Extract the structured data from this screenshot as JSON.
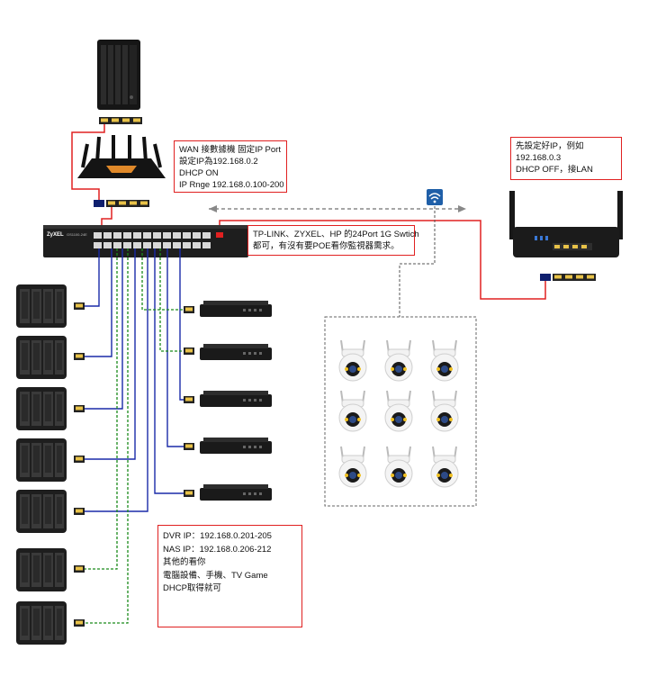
{
  "notes": {
    "router_lines": [
      "WAN 接數據機 固定IP Port",
      "設定IP為192.168.0.2",
      "DHCP ON",
      "IP Rnge 192.168.0.100-200"
    ],
    "switch_lines": [
      "TP-LINK、ZYXEL、HP 的24Port 1G Swtich",
      "都可，有沒有要POE看你監視器需求。"
    ],
    "ap_lines": [
      "先設定好IP，例如",
      "192.168.0.3",
      "DHCP OFF，接LAN"
    ],
    "ip_lines": [
      "DVR IP：192.168.0.201-205",
      "NAS IP：192.168.0.206-212",
      "其他的看你",
      "電腦設備、手機、TV Game",
      "DHCP取得就可"
    ]
  },
  "switch_brand": "ZyXEL",
  "switch_model": "GS1100-24E",
  "colors": {
    "red_line": "#e02020",
    "blue_line": "#1a2aa8",
    "green_line": "#1a8a1a",
    "dash_line": "#555555",
    "wifi_badge": "#1f5fa8"
  },
  "icons": {
    "wifi": "wifi-icon"
  }
}
